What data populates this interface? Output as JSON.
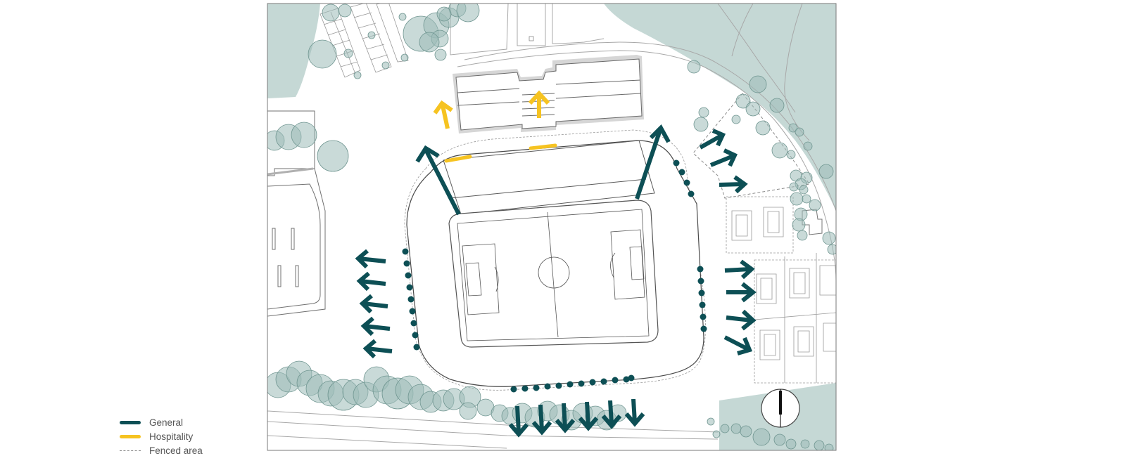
{
  "colors": {
    "general": "#0d4f55",
    "hospitality": "#f6c321",
    "fence": "#8a8a8a",
    "tree_fill": "#9cbcb8",
    "greenery": "#c5d8d5",
    "line": "#5f5f5f",
    "background": "#ffffff"
  },
  "legend": {
    "items": [
      {
        "label": "General",
        "style": "solid",
        "color": "#0d4f55"
      },
      {
        "label": "Hospitality",
        "style": "solid",
        "color": "#f6c321"
      },
      {
        "label": "Fenced area",
        "style": "dashed",
        "color": "#8a8a8a"
      }
    ]
  },
  "icons": {
    "north_arrow": "compass-north-icon",
    "flow_arrow": "arrow-icon"
  }
}
